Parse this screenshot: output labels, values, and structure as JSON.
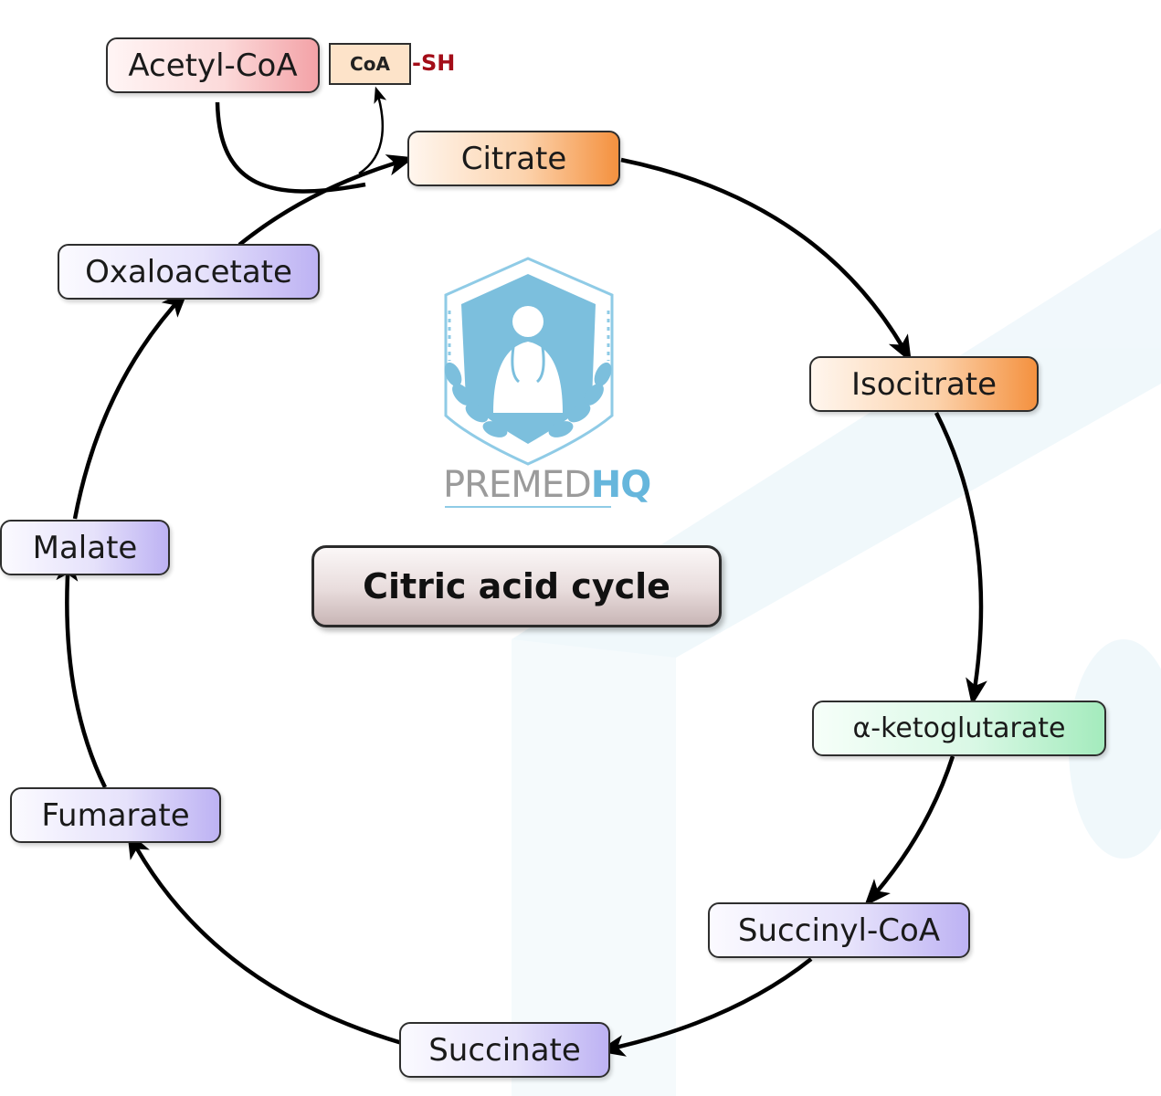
{
  "title": "Citric acid cycle",
  "input": {
    "label": "Acetyl-CoA",
    "coa_label": "CoA",
    "sh_label": "-SH"
  },
  "nodes": [
    {
      "id": "citrate",
      "label": "Citrate",
      "color": "#f4913f"
    },
    {
      "id": "isocitrate",
      "label": "Isocitrate",
      "color": "#f4913f"
    },
    {
      "id": "alpha-ketoglutarate",
      "label": "α-ketoglutarate",
      "color": "#a4ebbd"
    },
    {
      "id": "succinyl-coa",
      "label": "Succinyl-CoA",
      "color": "#bdb2f3"
    },
    {
      "id": "succinate",
      "label": "Succinate",
      "color": "#bdb2f3"
    },
    {
      "id": "fumarate",
      "label": "Fumarate",
      "color": "#bdb2f3"
    },
    {
      "id": "malate",
      "label": "Malate",
      "color": "#bdb2f3"
    },
    {
      "id": "oxaloacetate",
      "label": "Oxaloacetate",
      "color": "#bdb2f3"
    }
  ],
  "edges": [
    {
      "from": "citrate",
      "to": "isocitrate"
    },
    {
      "from": "isocitrate",
      "to": "alpha-ketoglutarate"
    },
    {
      "from": "alpha-ketoglutarate",
      "to": "succinyl-coa"
    },
    {
      "from": "succinyl-coa",
      "to": "succinate"
    },
    {
      "from": "succinate",
      "to": "fumarate"
    },
    {
      "from": "fumarate",
      "to": "malate"
    },
    {
      "from": "malate",
      "to": "oxaloacetate"
    },
    {
      "from": "oxaloacetate",
      "to": "citrate"
    },
    {
      "from": "acetyl-coa",
      "to": "citrate"
    },
    {
      "from": "acetyl-coa",
      "to": "coa-sh"
    }
  ],
  "logo": {
    "text_grey": "PREMED",
    "text_blue": "HQ",
    "color_grey": "#9b9b9b",
    "color_blue": "#66b6dc"
  }
}
